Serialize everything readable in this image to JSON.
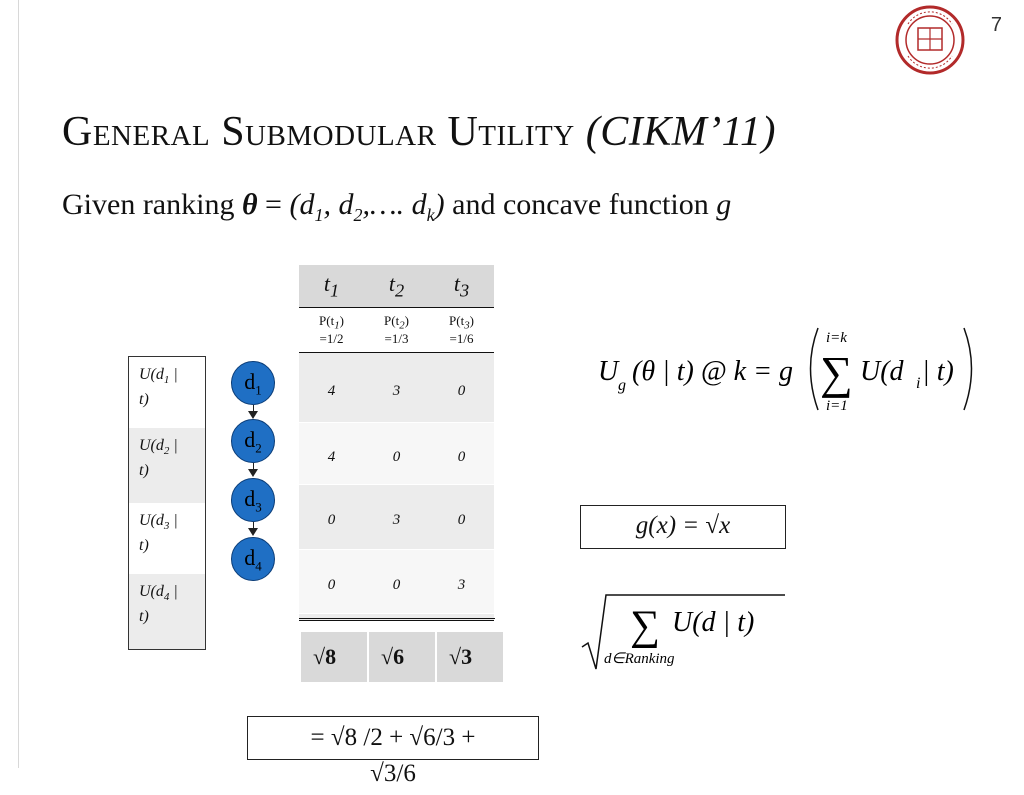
{
  "slide": {
    "number": "7",
    "title_main": "General Submodular Utility",
    "title_paren": "(CIKM’11)",
    "subtitle": {
      "prefix": "Given ranking",
      "theta": "θ",
      "eq": "=",
      "seq_open": "(d",
      "d1": "1",
      "comma1": ", d",
      "d2": "2",
      "dots": ",…. d",
      "dk": "k",
      "seq_close": ")",
      "mid": "and concave function",
      "g": "g"
    }
  },
  "topics": {
    "headers": [
      "t",
      "t",
      "t"
    ],
    "header_subs": [
      "1",
      "2",
      "3"
    ],
    "probs": [
      {
        "label": "P(t",
        "sub": "1",
        "close": ")",
        "value": "=1/2"
      },
      {
        "label": "P(t",
        "sub": "2",
        "close": ")",
        "value": "=1/3"
      },
      {
        "label": "P(t",
        "sub": "3",
        "close": ")",
        "value": "=1/6"
      }
    ],
    "rows": [
      [
        "4",
        "3",
        "0"
      ],
      [
        "4",
        "0",
        "0"
      ],
      [
        "0",
        "3",
        "0"
      ],
      [
        "0",
        "0",
        "3"
      ]
    ],
    "totals": [
      "√8",
      "√6",
      "√3"
    ]
  },
  "utility_labels": [
    {
      "a": "U(d",
      "sub": "1",
      "b": "|",
      "c": "t)"
    },
    {
      "a": "U(d",
      "sub": "2",
      "b": "|",
      "c": "t)"
    },
    {
      "a": "U(d",
      "sub": "3",
      "b": "|",
      "c": "t)"
    },
    {
      "a": "U(d",
      "sub": "4",
      "b": "|",
      "c": "t)"
    }
  ],
  "docs": [
    {
      "letter": "d",
      "sub": "1"
    },
    {
      "letter": "d",
      "sub": "2"
    },
    {
      "letter": "d",
      "sub": "3"
    },
    {
      "letter": "d",
      "sub": "4"
    }
  ],
  "formula": {
    "lhs": "U",
    "lhs_sub": "g",
    "args": "(θ | t) @ k = g",
    "sum_top": "i=k",
    "sum_bottom": "i=1",
    "summand": "U(d",
    "summand_sub": "i",
    "summand_close": " | t)"
  },
  "gfunc": "g(x) = √x",
  "sqrt_sum": {
    "term": "U(d | t)",
    "under": "d∈Ranking"
  },
  "result": {
    "line1": "= √8 /2 + √6/3 +",
    "line2": "√3/6"
  },
  "colors": {
    "node_fill": "#1f6fc4",
    "header_gray": "#d9d9d9",
    "seal_red": "#b22a2a"
  }
}
